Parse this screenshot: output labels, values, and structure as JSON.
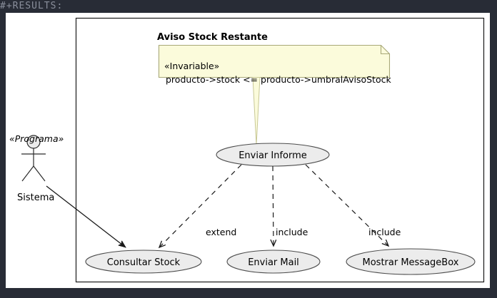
{
  "header": {
    "results_tag": "#+RESULTS:"
  },
  "colors": {
    "terminal_background": "#282c36",
    "terminal_text": "#8a8f9c",
    "canvas_background": "#ffffff",
    "frame_border": "#1a1a1a",
    "usecase_fill": "#ececec",
    "usecase_stroke": "#4d4d4d",
    "note_fill": "#fbfbdb",
    "note_stroke": "#a8a877",
    "actor_fill": "#ebebeb",
    "actor_stroke": "#2b2b2b",
    "edge_stroke": "#1a1a1a"
  },
  "diagram": {
    "type": "uml-use-case-diagram",
    "package_title": "Aviso Stock Restante",
    "actor": {
      "stereotype": "«Programa»",
      "name": "Sistema"
    },
    "note": {
      "stereotype": "«Invariable»",
      "body": "producto->stock <= producto->umbralAvisoStock"
    },
    "use_cases": [
      {
        "id": "enviar-informe",
        "label": "Enviar Informe"
      },
      {
        "id": "consultar-stock",
        "label": "Consultar Stock"
      },
      {
        "id": "enviar-mail",
        "label": "Enviar Mail"
      },
      {
        "id": "mostrar-messagebox",
        "label": "Mostrar MessageBox"
      }
    ],
    "relations": [
      {
        "from": "Sistema",
        "to": "Consultar Stock",
        "style": "solid",
        "label": ""
      },
      {
        "from": "Enviar Informe",
        "to": "Consultar Stock",
        "style": "dashed",
        "label": "extend"
      },
      {
        "from": "Enviar Informe",
        "to": "Enviar Mail",
        "style": "dashed",
        "label": "include"
      },
      {
        "from": "Enviar Informe",
        "to": "Mostrar MessageBox",
        "style": "dashed",
        "label": "include"
      },
      {
        "from": "Invariable note",
        "to": "Enviar Informe",
        "style": "note-anchor",
        "label": ""
      }
    ]
  }
}
